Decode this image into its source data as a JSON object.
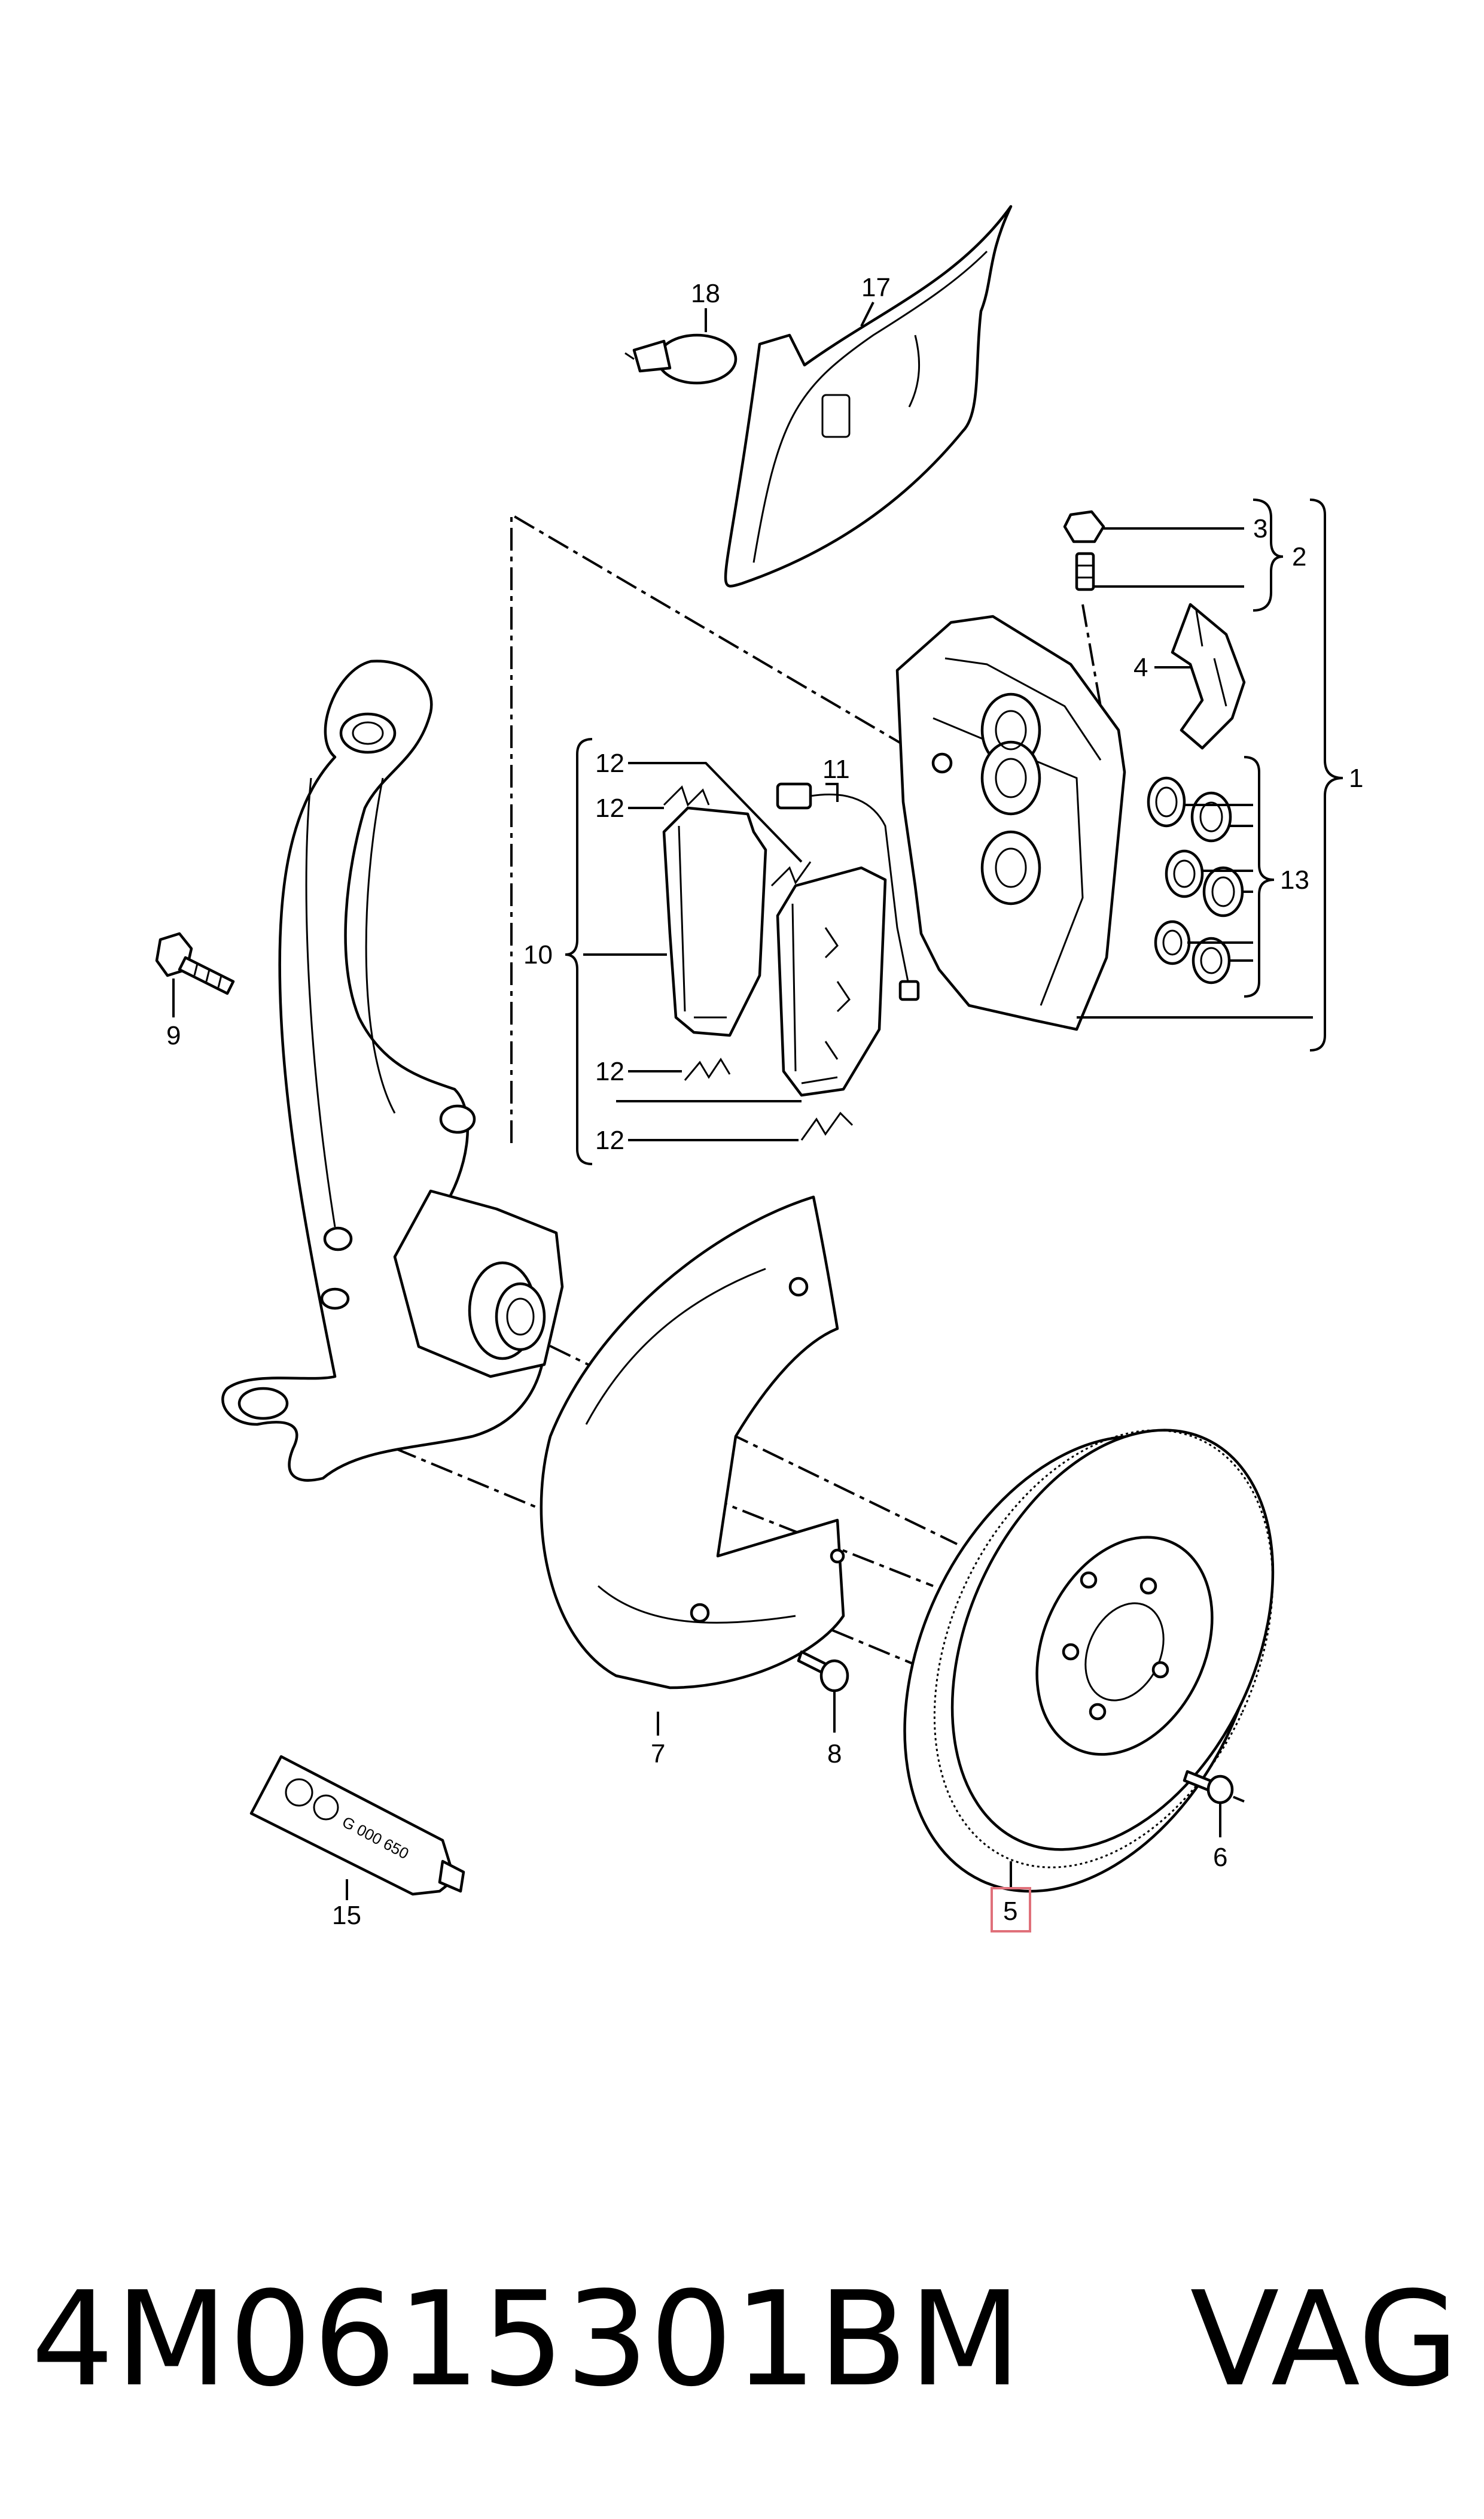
{
  "callouts": {
    "c1": "1",
    "c2": "2",
    "c3": "3",
    "c4": "4",
    "c5": "5",
    "c6": "6",
    "c7": "7",
    "c8": "8",
    "c9": "9",
    "c10": "10",
    "c11": "11",
    "c12a": "12",
    "c12b": "12",
    "c12c": "12",
    "c12d": "12",
    "c13": "13",
    "c15": "15",
    "c17": "17",
    "c18": "18"
  },
  "highlighted_callout": "5",
  "highlight_color": "#e0707a",
  "tube_label": "G 000 650",
  "footer": {
    "part_number": "4M0615301BM",
    "brand": "VAG"
  }
}
